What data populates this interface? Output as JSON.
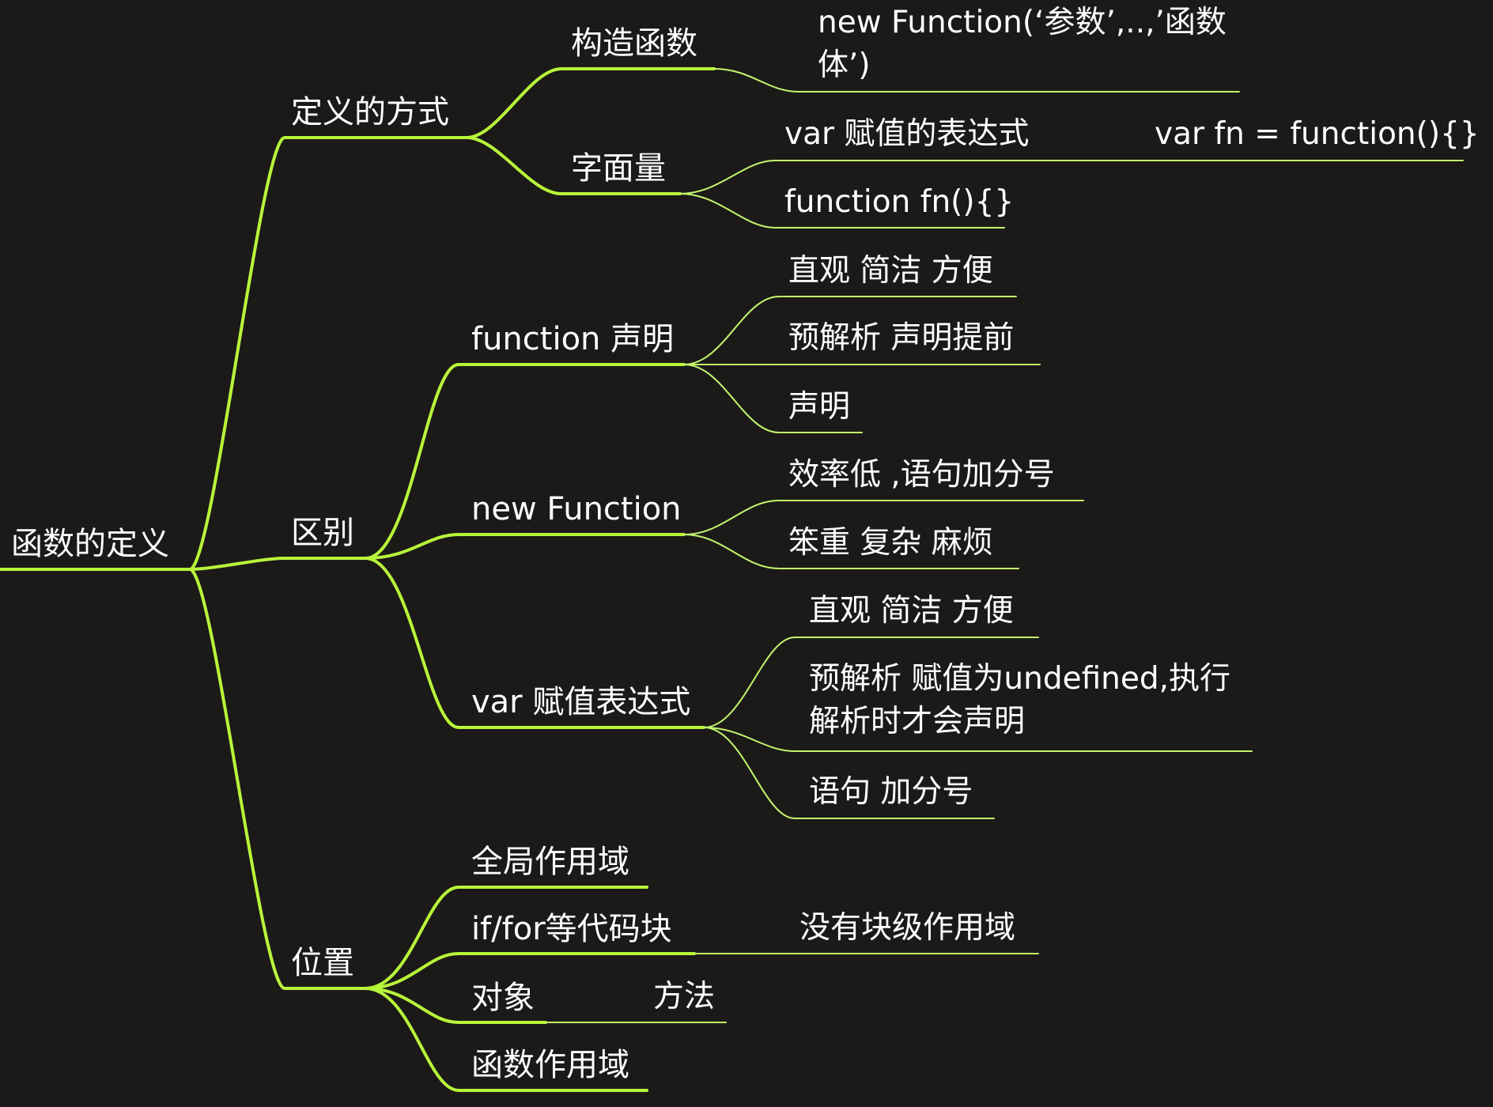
{
  "colors": {
    "background": "#1c1a18",
    "branch": "#b8f53a",
    "leaf_branch": "#c4f56e",
    "text": "#ffffff"
  },
  "mindmap": {
    "root": "函数的定义",
    "definition": {
      "label": "定义的方式",
      "constructor": {
        "label": "构造函数",
        "detail": "new Function(‘参数’,..,’函数体’)"
      },
      "literal": {
        "label": "字面量",
        "var_expr": {
          "label": "var 赋值的表达式",
          "detail": "var fn = function(){}"
        },
        "fn_decl": "function fn(){}"
      }
    },
    "difference": {
      "label": "区别",
      "function_decl": {
        "label": "function 声明",
        "items": [
          "直观 简洁 方便",
          "预解析 声明提前",
          "声明"
        ]
      },
      "new_function": {
        "label": "new Function",
        "items": [
          "效率低 ,语句加分号",
          "笨重 复杂 麻烦"
        ]
      },
      "var_expr": {
        "label": "var 赋值表达式",
        "items": [
          "直观 简洁 方便",
          "预解析 赋值为undefined,执行解析时才会声明",
          "语句 加分号"
        ]
      }
    },
    "position": {
      "label": "位置",
      "global": "全局作用域",
      "block": {
        "label": "if/for等代码块",
        "detail": "没有块级作用域"
      },
      "object": {
        "label": "对象",
        "detail": "方法"
      },
      "function_scope": "函数作用域"
    }
  }
}
